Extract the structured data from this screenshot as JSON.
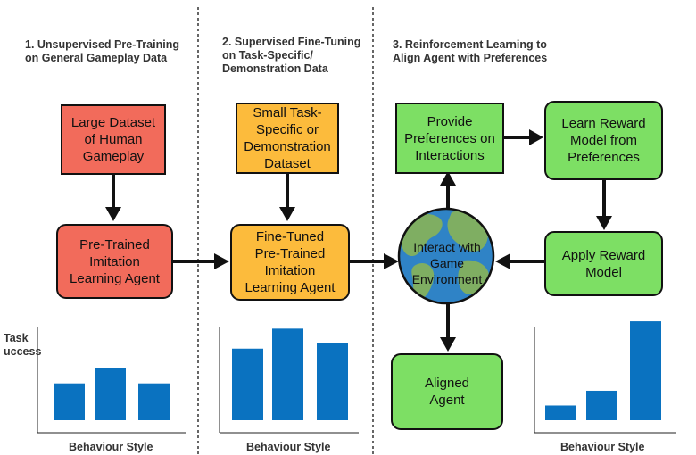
{
  "stages": [
    {
      "title_line1": "1. Unsupervised Pre-Training",
      "title_line2": "on General Gameplay Data"
    },
    {
      "title_line1": "2. Supervised Fine-Tuning",
      "title_line2": "on Task-Specific/",
      "title_line3": "Demonstration Data"
    },
    {
      "title_line1": "3. Reinforcement Learning to",
      "title_line2": "Align Agent with Preferences"
    }
  ],
  "nodes": {
    "large_dataset": [
      "Large Dataset",
      "of Human",
      "Gameplay"
    ],
    "pretrained_agent": [
      "Pre-Trained",
      "Imitation",
      "Learning Agent"
    ],
    "small_dataset": [
      "Small Task-",
      "Specific or",
      "Demonstration",
      "Dataset"
    ],
    "finetuned_agent": [
      "Fine-Tuned",
      "Pre-Trained",
      "Imitation",
      "Learning Agent"
    ],
    "provide_preferences": [
      "Provide",
      "Preferences on",
      "Interactions"
    ],
    "learn_reward": [
      "Learn Reward",
      "Model from",
      "Preferences"
    ],
    "apply_reward": [
      "Apply Reward",
      "Model"
    ],
    "aligned_agent": [
      "Aligned",
      "Agent"
    ],
    "environment": [
      "Interact with",
      "Game",
      "Environment"
    ]
  },
  "charts": {
    "y_label_line1": "Task",
    "y_label_line2": "uccess",
    "x_label": "Behaviour Style",
    "bar_color": "#0a72c0"
  },
  "chart_data": [
    {
      "type": "bar",
      "title": "",
      "xlabel": "Behaviour Style",
      "ylabel": "Task Success",
      "categories": [
        "",
        "",
        ""
      ],
      "values": [
        0.35,
        0.5,
        0.35
      ],
      "ylim": [
        0,
        1
      ]
    },
    {
      "type": "bar",
      "title": "",
      "xlabel": "Behaviour Style",
      "ylabel": "",
      "categories": [
        "",
        "",
        ""
      ],
      "values": [
        0.68,
        0.87,
        0.73
      ],
      "ylim": [
        0,
        1
      ]
    },
    {
      "type": "bar",
      "title": "",
      "xlabel": "Behaviour Style",
      "ylabel": "",
      "categories": [
        "",
        "",
        ""
      ],
      "values": [
        0.14,
        0.28,
        0.94
      ],
      "ylim": [
        0,
        1
      ]
    }
  ],
  "colors": {
    "red": "#f26b5b",
    "orange": "#fcbb3c",
    "green": "#7ddf64",
    "ocean": "#2f83c6",
    "land": "#7fae62",
    "arrow": "#111111"
  }
}
